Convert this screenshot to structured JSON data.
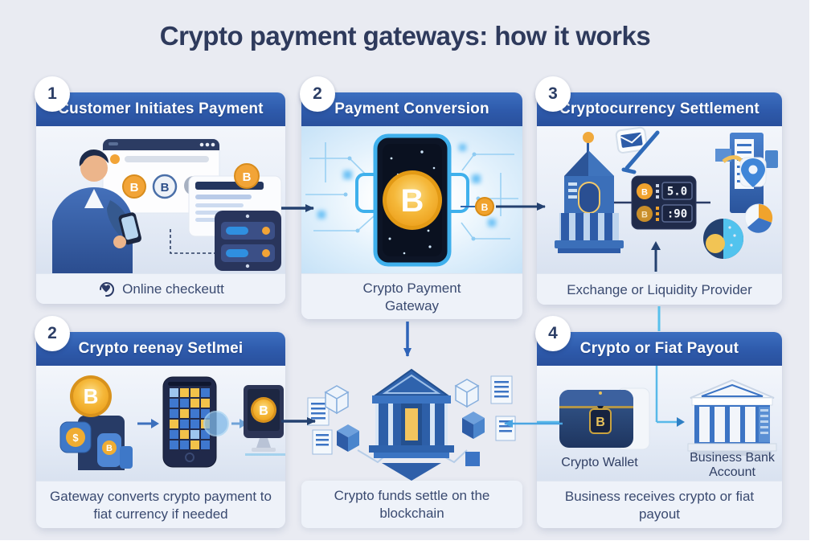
{
  "title": "Crypto payment gateways: how it works",
  "badges": {
    "p1": "1",
    "p2": "2",
    "p3": "3",
    "p4": "2",
    "p6": "4"
  },
  "headers": {
    "p1": "Customer Initiates Payment",
    "p2": "Payment Conversion",
    "p3": "Cryptocurrency Settlement",
    "p4": "Crypto reenəy Setlmei",
    "p6": "Crypto or Fiat Payout"
  },
  "captions": {
    "p1": "Online checkeutt",
    "p2": "Crypto Payment Gateway",
    "p3": "Exchange or Liquidity Provider",
    "p4": "Gateway converts crypto payment to fiat currency if needed",
    "p5": "Crypto funds settle on the blockchain",
    "p6": "Business receives crypto or fiat payout"
  },
  "labels": {
    "wallet": "Crypto Wallet",
    "bank": "Business Bank Account"
  },
  "exchange_display": {
    "row1": "5.0",
    "row2": ":90"
  },
  "glyphs": {
    "bitcoin": "B",
    "dollar": "$"
  },
  "colors": {
    "header_blue": "#2e5aab",
    "accent_orange": "#f2a437",
    "accent_cyan": "#58c0ec",
    "arrow_navy": "#24416f",
    "background": "#e9ebf2"
  }
}
